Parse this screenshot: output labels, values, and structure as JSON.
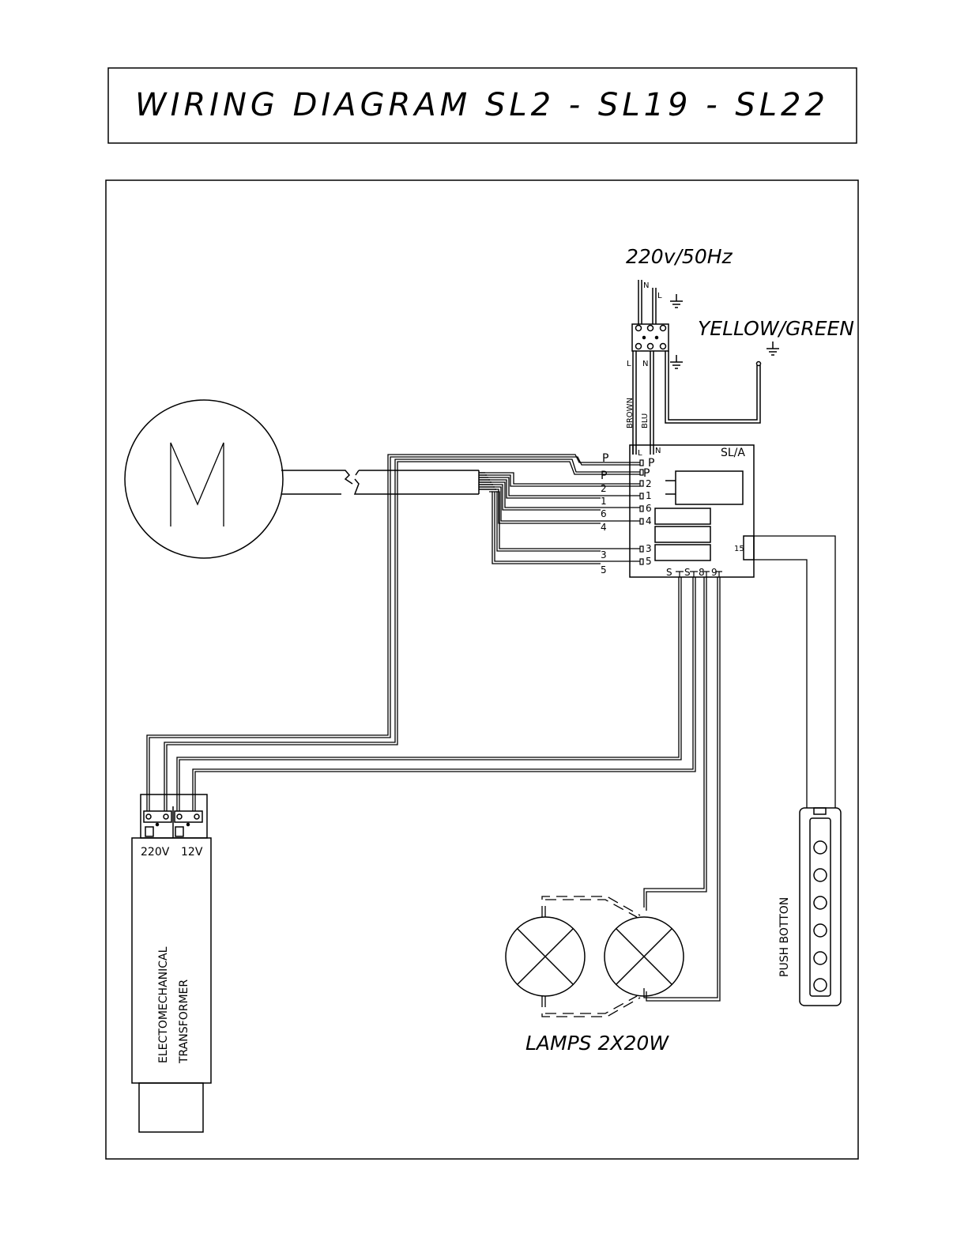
{
  "title": "WIRING DIAGRAM SL2 - SL19 - SL22",
  "supply": {
    "voltage_label": "220v/50Hz",
    "ground_label": "YELLOW/GREEN",
    "top_labels": [
      "N",
      "L"
    ],
    "bottom_labels": [
      "L",
      "N"
    ],
    "wire_labels": [
      "BROWN",
      "BLU"
    ]
  },
  "board": {
    "name": "SL/A",
    "corner_labels": [
      "L",
      "N"
    ],
    "terminals": [
      "P",
      "P",
      "2",
      "1",
      "6",
      "4",
      "3",
      "5"
    ],
    "wire_labels": [
      "P",
      "P",
      "2",
      "1",
      "6",
      "4",
      "3",
      "5"
    ],
    "bottom_terminals": [
      "S",
      "S",
      "8",
      "9"
    ],
    "side_terminal": "15"
  },
  "motor": {
    "symbol": "M"
  },
  "transformer": {
    "primary_label": "220V",
    "secondary_label": "12V",
    "name_line1": "ELECTOMECHANICAL",
    "name_line2": "TRANSFORMER"
  },
  "lamps": {
    "label": "LAMPS 2X20W"
  },
  "push_button": {
    "label": "PUSH BOTTON",
    "button_count": 6
  }
}
